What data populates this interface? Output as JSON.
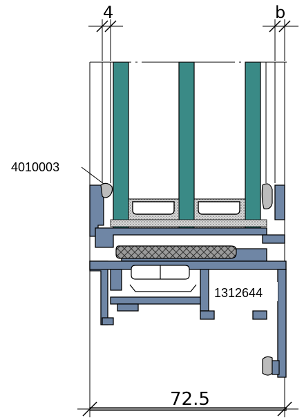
{
  "dimensions": {
    "top_left": "4",
    "top_right": "b",
    "bottom": "72.5"
  },
  "part_numbers": {
    "glazing_gasket": "4010003",
    "frame_profile": "1312644"
  },
  "colors": {
    "profile_fill": "#6f86a5",
    "glass_fill": "#3a8a86",
    "insulation_fill": "#8a8a8a",
    "line": "#000000"
  }
}
